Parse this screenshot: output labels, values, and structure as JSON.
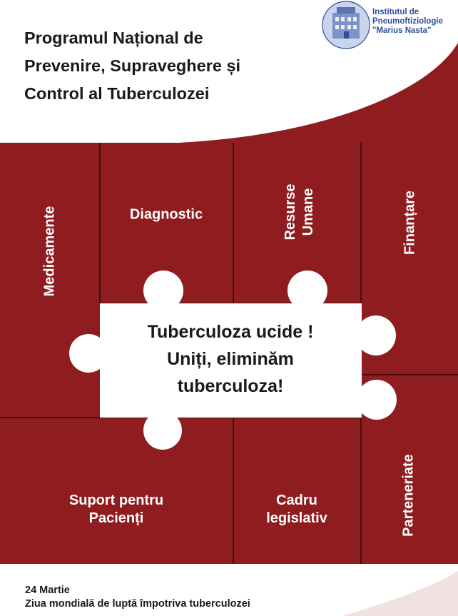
{
  "header": {
    "title_lines": [
      "Programul Național de",
      "Prevenire, Supraveghere și",
      "Control al Tuberculozei"
    ]
  },
  "logo": {
    "icon": "institute-building-seal-icon",
    "lines": [
      "Institutul de",
      "Pneumoftiziologie",
      "\"Marius Nasta\""
    ]
  },
  "tiles": {
    "medicamente": "Medicamente",
    "diagnostic": "Diagnostic",
    "resurse_umane": [
      "Resurse",
      "Umane"
    ],
    "finantare": "Finanțare",
    "suport": [
      "Suport pentru",
      "Pacienți"
    ],
    "cadru": [
      "Cadru",
      "legislativ"
    ],
    "parteneriate": "Parteneriate"
  },
  "center_message": [
    "Tuberculoza ucide !",
    "Uniți, eliminăm",
    "tuberculoza!"
  ],
  "footer": {
    "date": "24 Martie",
    "event": "Ziua mondială de luptă împotriva tuberculozei"
  },
  "colors": {
    "tile_red": "#8f1d20",
    "grid_line": "#2a0d0d",
    "text_dark": "#1a1a1a",
    "logo_blue": "#2f4f9c"
  }
}
